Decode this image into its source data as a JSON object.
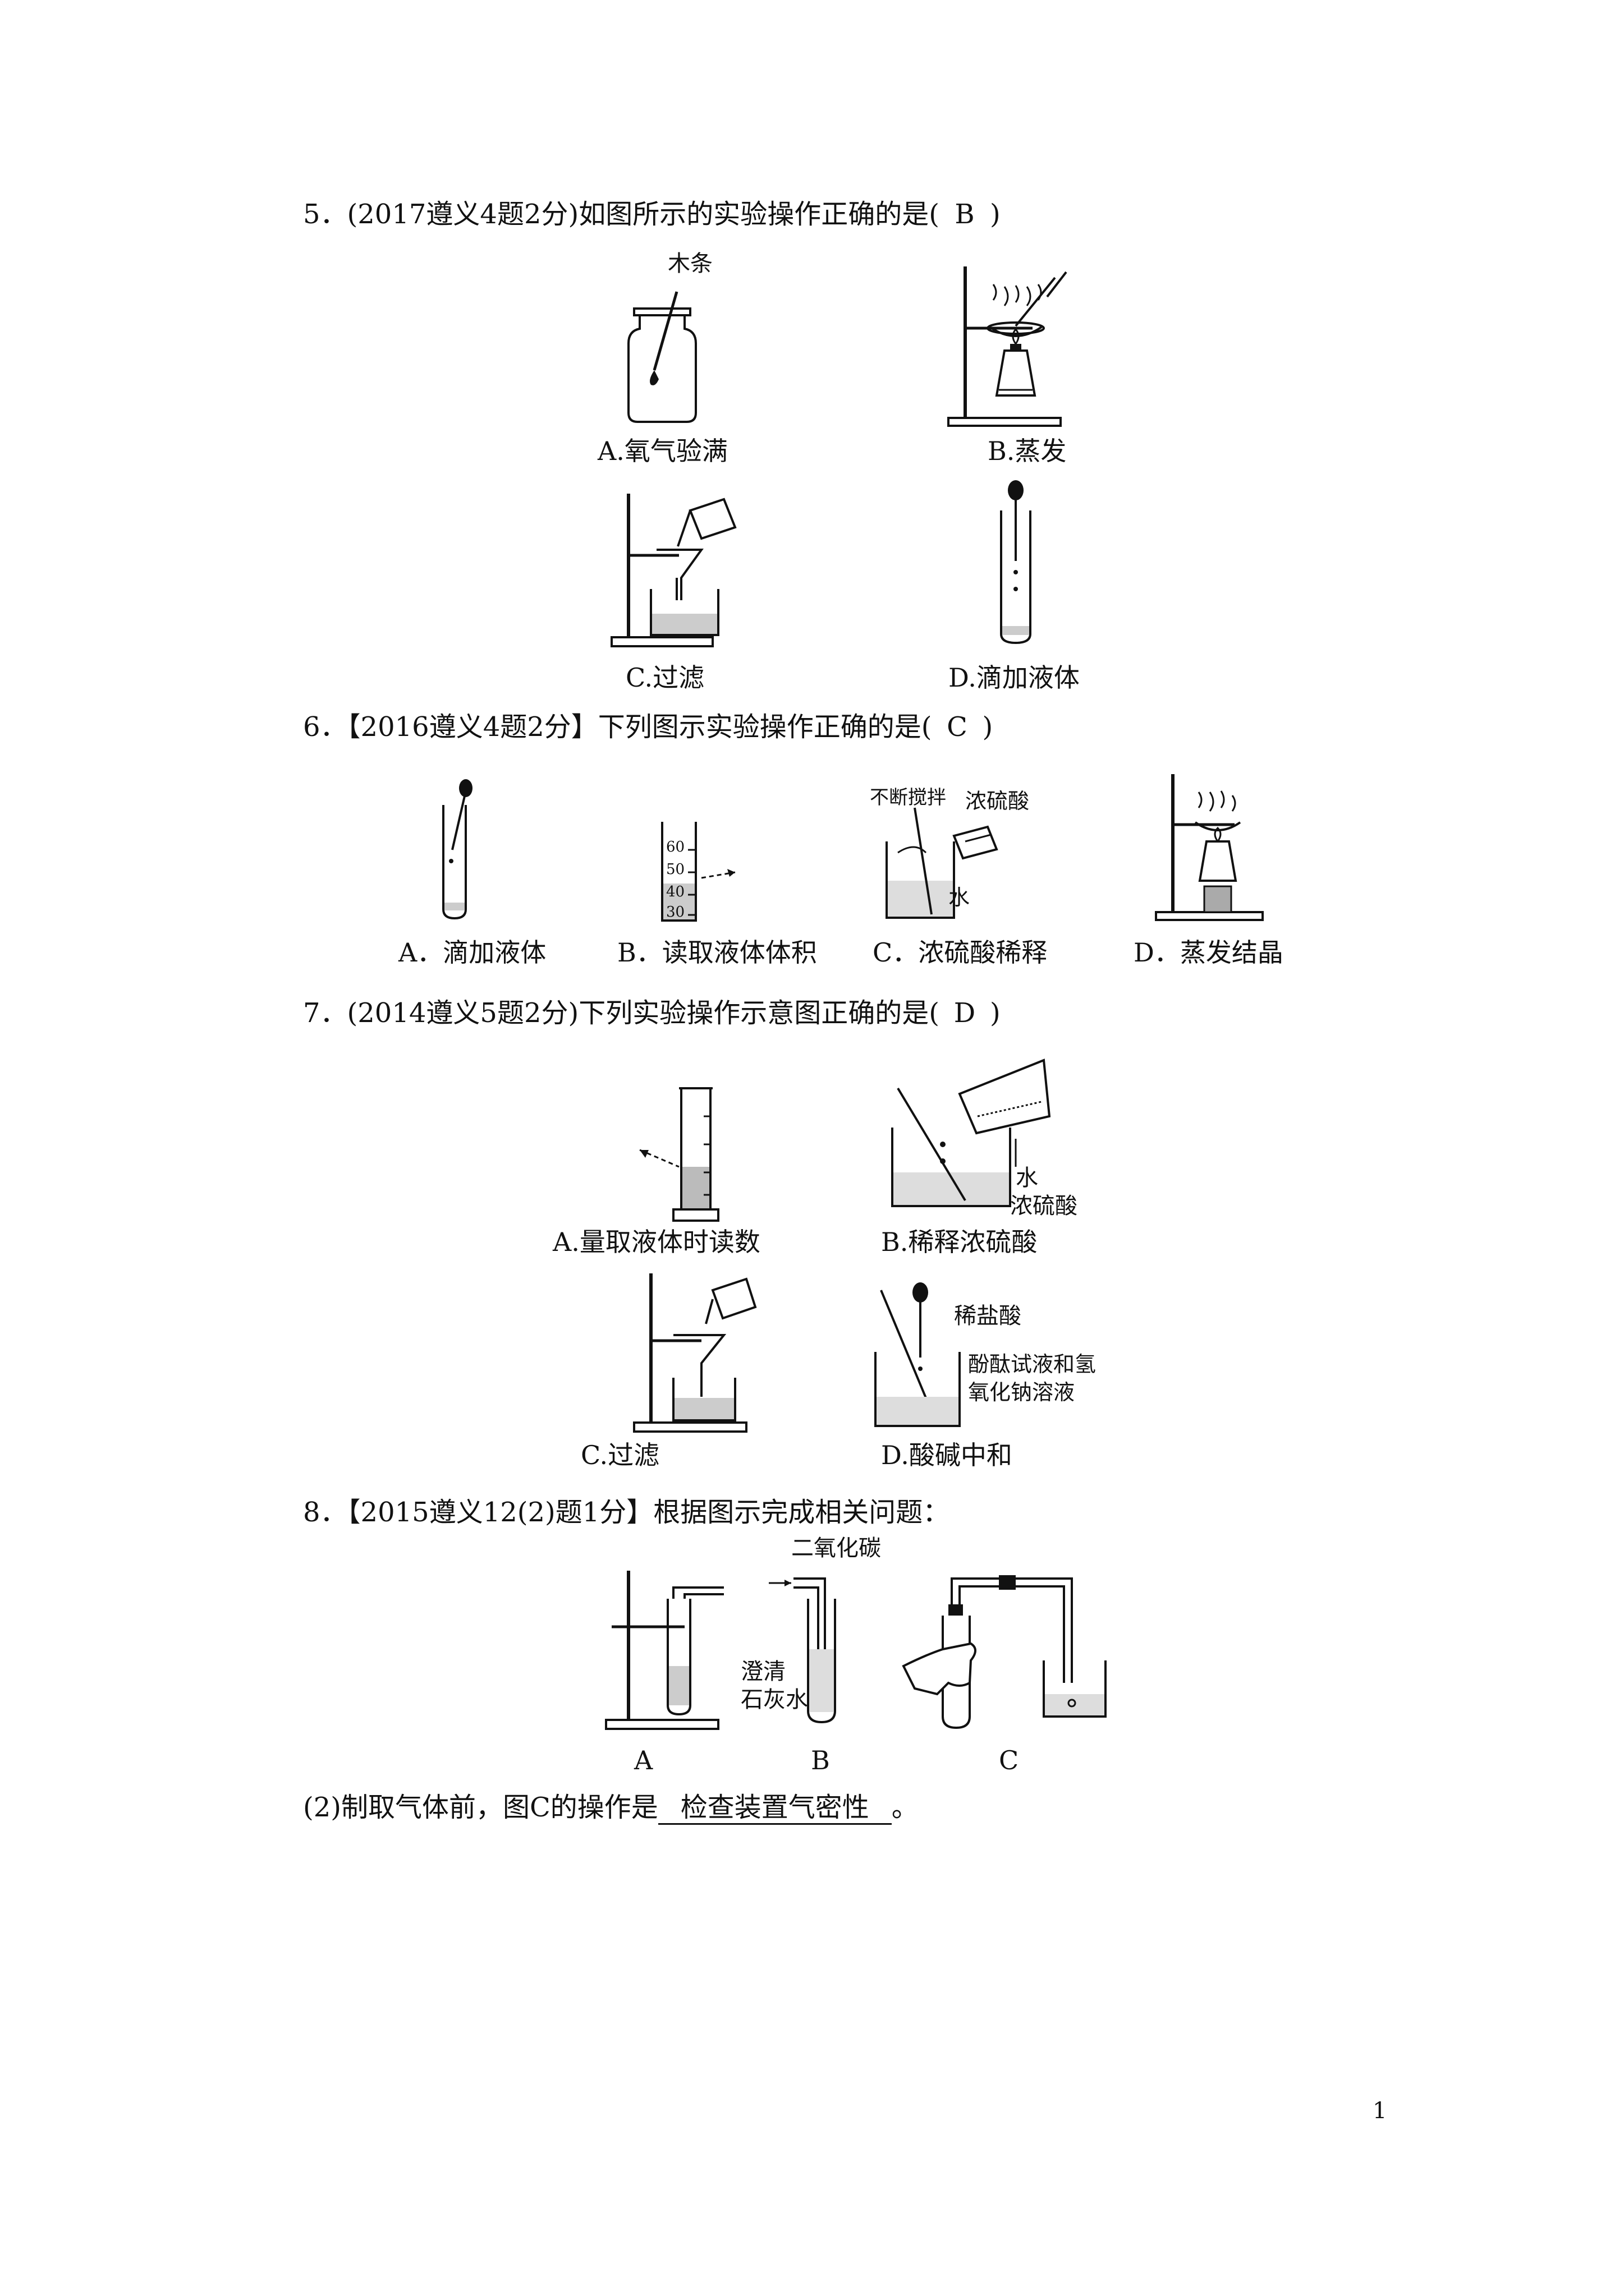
{
  "q5": {
    "stem": "5．(2017遵义4题2分)如图所示的实验操作正确的是(",
    "answer": "B",
    "close": ")",
    "figure_label": "木条",
    "captions": [
      "A.氧气验满",
      "B.蒸发",
      "C.过滤",
      "D.滴加液体"
    ]
  },
  "q6": {
    "stem": "6．【2016遵义4题2分】下列图示实验操作正确的是(",
    "answer": "C",
    "close": ")",
    "scale": [
      "60",
      "50",
      "40",
      "30"
    ],
    "labels": {
      "stir": "不断搅拌",
      "acid": "浓硫酸",
      "water": "水"
    },
    "captions": [
      "A．滴加液体",
      "B．读取液体体积",
      "C．浓硫酸稀释",
      "D．蒸发结晶"
    ]
  },
  "q7": {
    "stem": "7．(2014遵义5题2分)下列实验操作示意图正确的是(",
    "answer": "D",
    "close": ")",
    "labels": {
      "water": "水",
      "acid": "浓硫酸",
      "hcl": "稀盐酸",
      "mix1": "酚酞试液和氢",
      "mix2": "氧化钠溶液"
    },
    "captions": [
      "A.量取液体时读数",
      "B.稀释浓硫酸",
      "C.过滤",
      "D.酸碱中和"
    ]
  },
  "q8": {
    "stem": "8．【2015遵义12(2)题1分】根据图示完成相关问题：",
    "labels": {
      "co2": "二氧化碳",
      "lime1": "澄清",
      "lime2": "石灰水"
    },
    "captions": [
      "A",
      "B",
      "C"
    ],
    "sub_prefix": "(2)制取气体前，图C的操作是",
    "sub_answer": "检查装置气密性",
    "sub_suffix": "。"
  },
  "page_number": "1"
}
